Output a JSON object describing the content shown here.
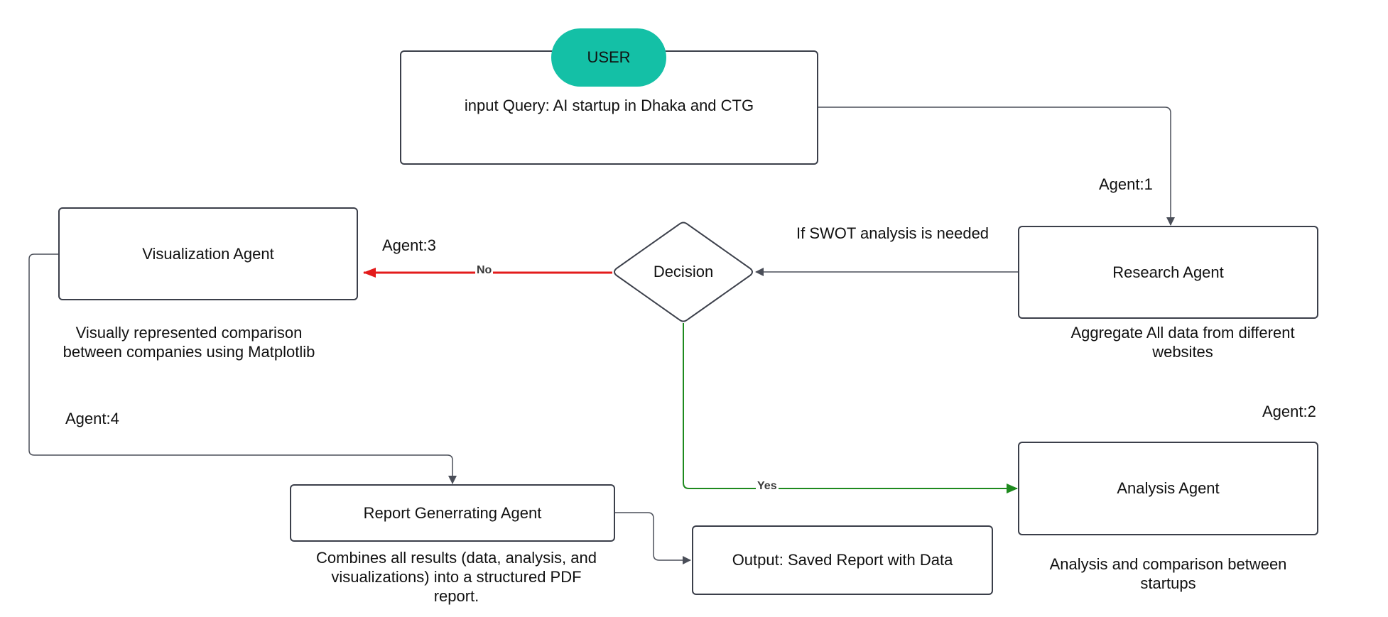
{
  "user": {
    "label": "USER",
    "query": "input Query: AI startup in Dhaka and CTG"
  },
  "research": {
    "agent_label": "Agent:1",
    "title": "Research Agent",
    "desc": "Aggregate All data from different\nwebsites"
  },
  "decision": {
    "label": "Decision",
    "condition": "If SWOT analysis is needed",
    "no_label": "No",
    "yes_label": "Yes"
  },
  "visualization": {
    "agent_label": "Agent:3",
    "title": "Visualization Agent",
    "desc": "Visually represented  comparison\nbetween companies using Matplotlib"
  },
  "analysis": {
    "agent_label": "Agent:2",
    "title": "Analysis Agent",
    "desc": "Analysis and comparison between\nstartups"
  },
  "report": {
    "agent_label": "Agent:4",
    "title": "Report Generrating Agent",
    "desc": "Combines all results (data, analysis, and\nvisualizations) into a structured PDF\nreport."
  },
  "output": {
    "title": "Output: Saved Report with Data"
  },
  "colors": {
    "user_pill": "#14c0a6",
    "no_edge": "#e31b1b",
    "yes_edge": "#1e8a1e",
    "edge": "#4a4e58",
    "border": "#3b3f4a"
  }
}
